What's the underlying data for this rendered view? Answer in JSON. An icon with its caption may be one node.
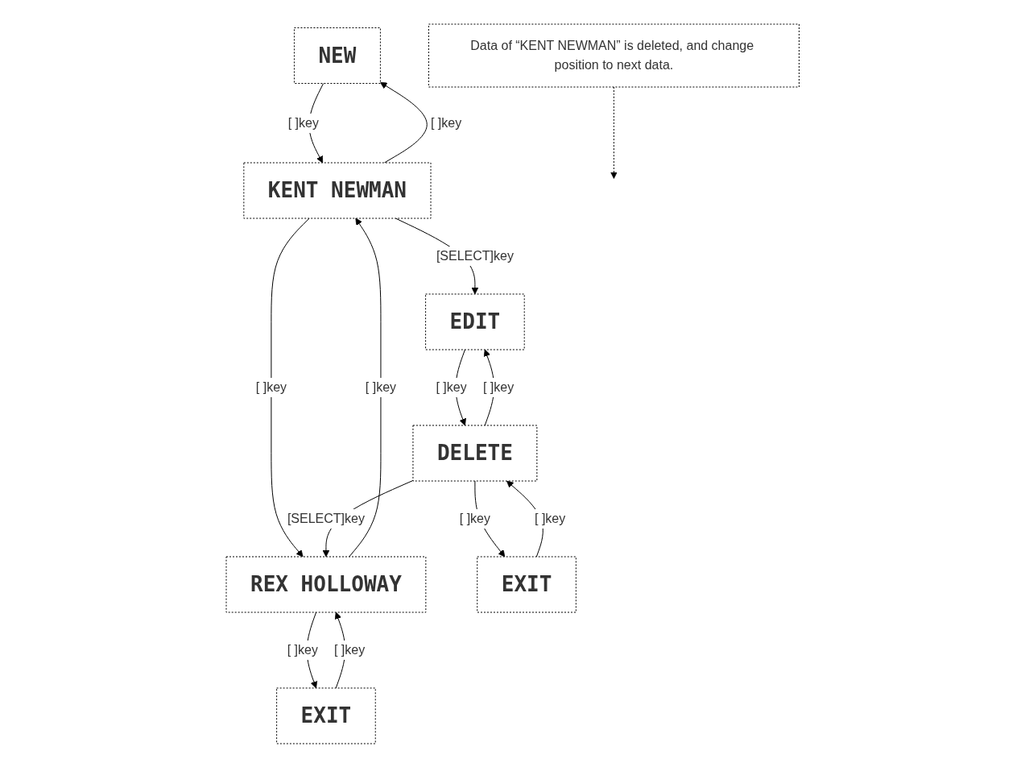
{
  "diagram": {
    "nodes": [
      {
        "text": [
          "NEW"
        ]
      },
      {
        "text": [
          "KENT NEWMAN"
        ]
      },
      {
        "text": [
          "REX HOLLOWAY"
        ]
      },
      {
        "text": [
          "EXIT"
        ]
      },
      {
        "text": [
          "EDIT"
        ]
      },
      {
        "text": [
          "DELETE"
        ]
      },
      {
        "text": [
          "EXIT"
        ]
      },
      {
        "text": [
          "Data of “KENT NEWMAN” is deleted, and change position to next data."
        ]
      }
    ],
    "edges": [
      {
        "from": 0,
        "to": 1,
        "arrow": "to",
        "label": "[ ]key"
      },
      {
        "from": 1,
        "to": 0,
        "arrow": "to",
        "label": "[ ]key"
      },
      {
        "from": 1,
        "to": 4,
        "arrow": "to",
        "label": "[SELECT]key"
      },
      {
        "from": 1,
        "to": 2,
        "arrow": "to",
        "label": "[ ]key"
      },
      {
        "from": 2,
        "to": 1,
        "arrow": "to",
        "label": "[ ]key"
      },
      {
        "from": 4,
        "to": 5,
        "arrow": "to",
        "label": "[ ]key"
      },
      {
        "from": 5,
        "to": 4,
        "arrow": "to",
        "label": "[ ]key"
      },
      {
        "from": 5,
        "to": 2,
        "arrow": "to",
        "label": "[SELECT]key"
      },
      {
        "from": 2,
        "to": 3,
        "arrow": "to",
        "label": "[ ]key"
      },
      {
        "from": 3,
        "to": 2,
        "arrow": "to",
        "label": "[ ]key"
      },
      {
        "from": 5,
        "to": 6,
        "arrow": "to",
        "label": "[ ]key"
      },
      {
        "from": 6,
        "to": 5,
        "arrow": "to",
        "label": "[ ]key"
      },
      {
        "from": 7,
        "to": null,
        "arrow": "to",
        "style": "dashed"
      }
    ]
  }
}
